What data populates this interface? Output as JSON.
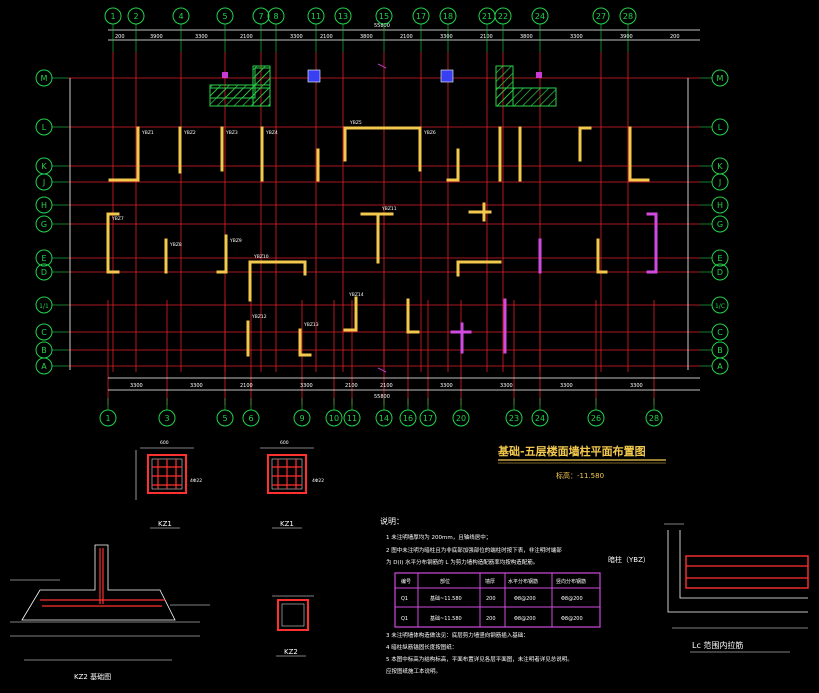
{
  "drawing": {
    "title": "基础-五层楼面墙柱平面布置图",
    "elevation_label": "标高：-11.580",
    "colors": {
      "background": "#000000",
      "grid_line": "#e0202a",
      "axis": "#22d24a",
      "wall": "#f3c94d",
      "wall_alt": "#d04adf",
      "dim": "#ffffff",
      "hatch": "#2bd14a",
      "mark_blue": "#3840f2",
      "mark_magenta": "#c83bd6"
    },
    "top_axes": [
      "1",
      "2",
      "4",
      "5",
      "7",
      "8",
      "11",
      "13",
      "15",
      "17",
      "18",
      "21",
      "22",
      "24",
      "27",
      "28"
    ],
    "bottom_axes": [
      "1",
      "3",
      "5",
      "6",
      "9",
      "10",
      "11",
      "14",
      "16",
      "17",
      "20",
      "23",
      "24",
      "26",
      "28"
    ],
    "left_axes": [
      "M",
      "L",
      "K",
      "J",
      "H",
      "G",
      "E",
      "D",
      "1/1",
      "C",
      "B",
      "A"
    ],
    "right_axes": [
      "M",
      "L",
      "K",
      "J",
      "H",
      "G",
      "E",
      "D",
      "1/C",
      "C",
      "B",
      "A"
    ]
  },
  "details": {
    "kz1_a_label": "KZ1",
    "kz1_b_label": "KZ1",
    "kz2_label": "KZ2",
    "kz2_bottom_label": "KZ2 基础图",
    "ybz_label": "暗柱（YBZ）",
    "lc_label": "Lc 范围内拉筋"
  },
  "notes": {
    "heading": "说明：",
    "items": [
      "1  未注明墙厚均为 200mm，且轴线居中；",
      "2  图中未注明为暗柱且为非底部加强部位的端柱时按下表，非注明时端部",
      "   为 D(I) 水平分布钢筋的 L 为剪力墙构造配筋率均按构造配筋。",
      "3  未注明墙体构造做法见：底层剪力墙竖向钢筋插入基础：",
      "4  暗柱纵筋锚固长度按图纸：",
      "5  本图中标高为结构标高，平面布置详见各层平面图，未注明者详见总说明。",
      "   应按图纸施工本说明。"
    ],
    "table": {
      "headers": [
        "编号",
        "部位",
        "墙厚",
        "水平分布钢筋",
        "竖向分布钢筋"
      ],
      "rows": [
        [
          "Q1",
          "基础~11.580",
          "200",
          "Φ8@200",
          "Φ8@200"
        ],
        [
          "Q1",
          "基础~11.580",
          "200",
          "Φ8@200",
          "Φ8@200"
        ]
      ]
    }
  }
}
